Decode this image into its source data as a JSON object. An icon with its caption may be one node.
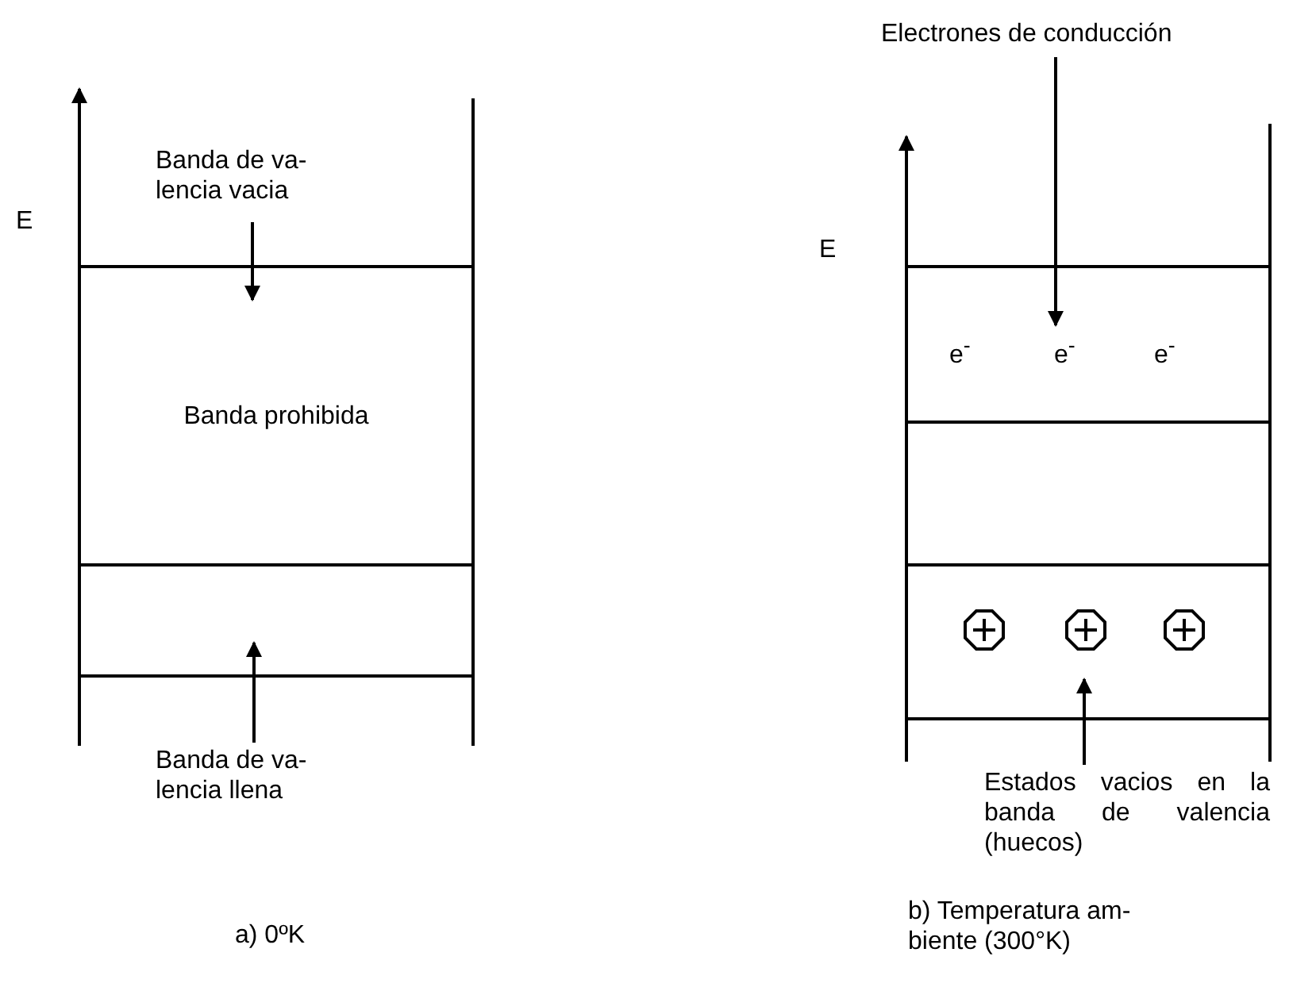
{
  "diagram": {
    "nodes": [
      {
        "text": [
          "Banda de va- lencia vacia"
        ]
      },
      {
        "text": [
          "Banda prohibida"
        ]
      },
      {
        "text": [],
        "shape": "box"
      },
      {
        "text": [
          "Banda de va- lencia llena"
        ]
      },
      {
        "text": [
          "Electrones de conducción"
        ]
      },
      {
        "text": [],
        "shape": "box"
      },
      {
        "text": [],
        "shape": "box"
      },
      {
        "text": [],
        "shape": "box"
      },
      {
        "text": [
          "Estados vacios en la banda de valencia (huecos)"
        ]
      }
    ],
    "edges": [
      {
        "from": 0,
        "to": 1,
        "arrow": "to"
      },
      {
        "from": 3,
        "to": 2,
        "arrow": "to"
      },
      {
        "from": 4,
        "to": 5,
        "arrow": "to"
      },
      {
        "from": 8,
        "to": 7,
        "arrow": "to"
      }
    ],
    "labels": [
      "E",
      "E",
      "e$^{-}$",
      "e$^{-}$",
      "e$^{-}$",
      "a) 0ºK",
      "b) Temperatura am- biente (300°K)"
    ]
  }
}
